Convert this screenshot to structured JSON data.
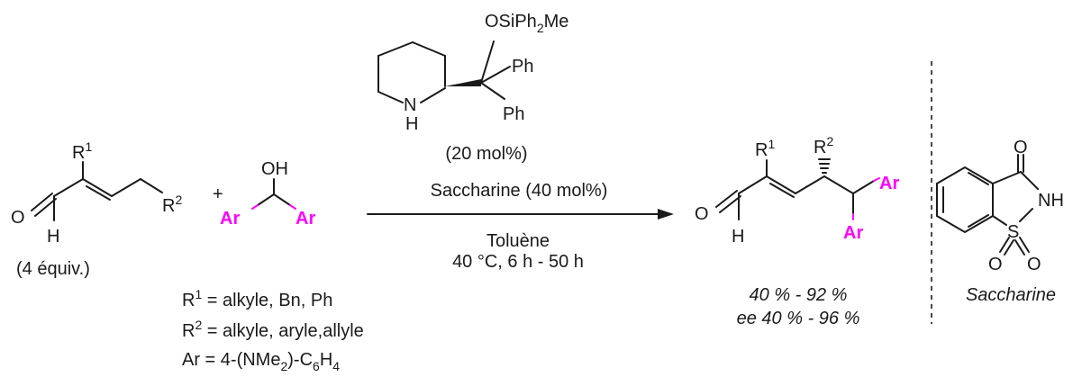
{
  "catalyst": {
    "substituent": "OSiPh",
    "substituent_sub": "2",
    "substituent_end": "Me",
    "ph_1": "Ph",
    "ph_2": "Ph",
    "nh_n": "N",
    "nh_h": "H",
    "loading": "(20 mol%)"
  },
  "conditions": {
    "additive": "Saccharine (40 mol%)",
    "solvent": "Toluène",
    "temp_time": "40 °C, 6 h - 50 h"
  },
  "reactant_aldehyde": {
    "o": "O",
    "h": "H",
    "r1": "R",
    "r1_sup": "1",
    "r2": "R",
    "r2_sup": "2",
    "equiv": "(4 équiv.)"
  },
  "plus": "+",
  "reactant_alcohol": {
    "oh": "OH",
    "ar_left": "Ar",
    "ar_right": "Ar"
  },
  "definitions": {
    "r1_def_label": "R",
    "r1_def_sup": "1",
    "r1_def_text": " = alkyle, Bn, Ph",
    "r2_def_label": "R",
    "r2_def_sup": "2",
    "r2_def_text": " = alkyle, aryle,allyle",
    "ar_def_a": "Ar = 4-(NMe",
    "ar_def_sub1": "2",
    "ar_def_b": ")-C",
    "ar_def_sub2": "6",
    "ar_def_c": "H",
    "ar_def_sub3": "4"
  },
  "product": {
    "o": "O",
    "h": "H",
    "r1": "R",
    "r1_sup": "1",
    "r2": "R",
    "r2_sup": "2",
    "ar_top": "Ar",
    "ar_bottom": "Ar",
    "yield": "40 % - 92 %",
    "ee": "ee 40 % - 96 %"
  },
  "saccharine": {
    "o_top": "O",
    "nh": "NH",
    "s": "S",
    "o_left": "O",
    "o_right": "O",
    "name": "Saccharine"
  },
  "colors": {
    "ar": "#ff00ff",
    "ink": "#1a1a1a"
  }
}
